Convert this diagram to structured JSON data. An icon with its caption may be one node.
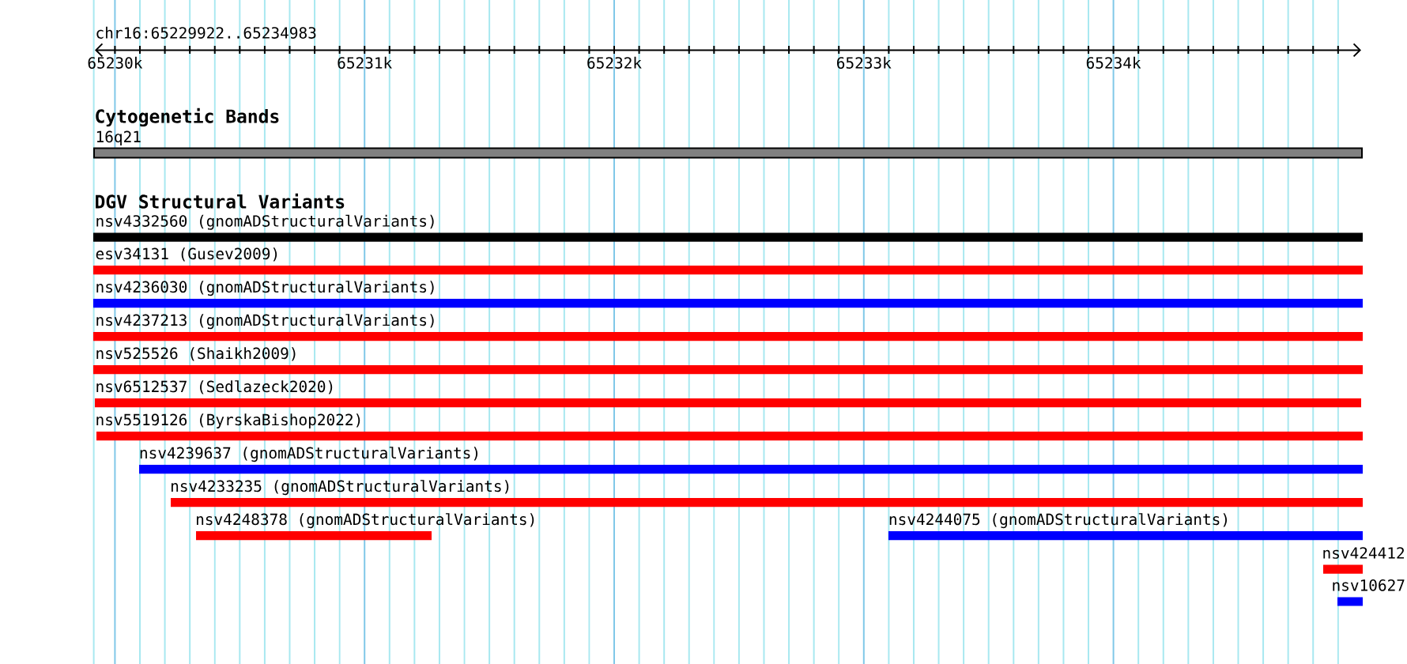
{
  "diagram": {
    "nodes": [
      {
        "text": [
          "16q21"
        ]
      },
      {
        "text": [
          "nsv4332560 (gnomADStructuralVariants)"
        ]
      },
      {
        "text": [
          "esv34131 (Gusev2009)"
        ]
      },
      {
        "text": [
          "nsv4236030 (gnomADStructuralVariants)"
        ]
      },
      {
        "text": [
          "nsv4237213 (gnomADStructuralVariants)"
        ]
      },
      {
        "text": [
          "nsv525526 (Shaikh2009)"
        ]
      },
      {
        "text": [
          "nsv6512537 (Sedlazeck2020)"
        ]
      },
      {
        "text": [
          "nsv5519126 (ByrskaBishop2022)"
        ]
      },
      {
        "text": [
          "nsv4239637 (gnomADStructuralVariants)"
        ]
      },
      {
        "text": [
          "nsv4233235 (gnomADStructuralVariants)"
        ]
      },
      {
        "text": [
          "nsv4248378 (gnomADStructuralVariants)"
        ]
      },
      {
        "text": [
          "nsv4244075 (gnomADStructuralVariants)"
        ]
      },
      {
        "text": [
          "nsv424412"
        ]
      },
      {
        "text": [
          "nsv10627"
        ]
      }
    ],
    "labels": [
      "chr16:65229922..65234983",
      "65230k",
      "65231k",
      "65232k",
      "65233k",
      "65234k",
      "Cytogenetic Bands",
      "DGV Structural Variants"
    ]
  }
}
